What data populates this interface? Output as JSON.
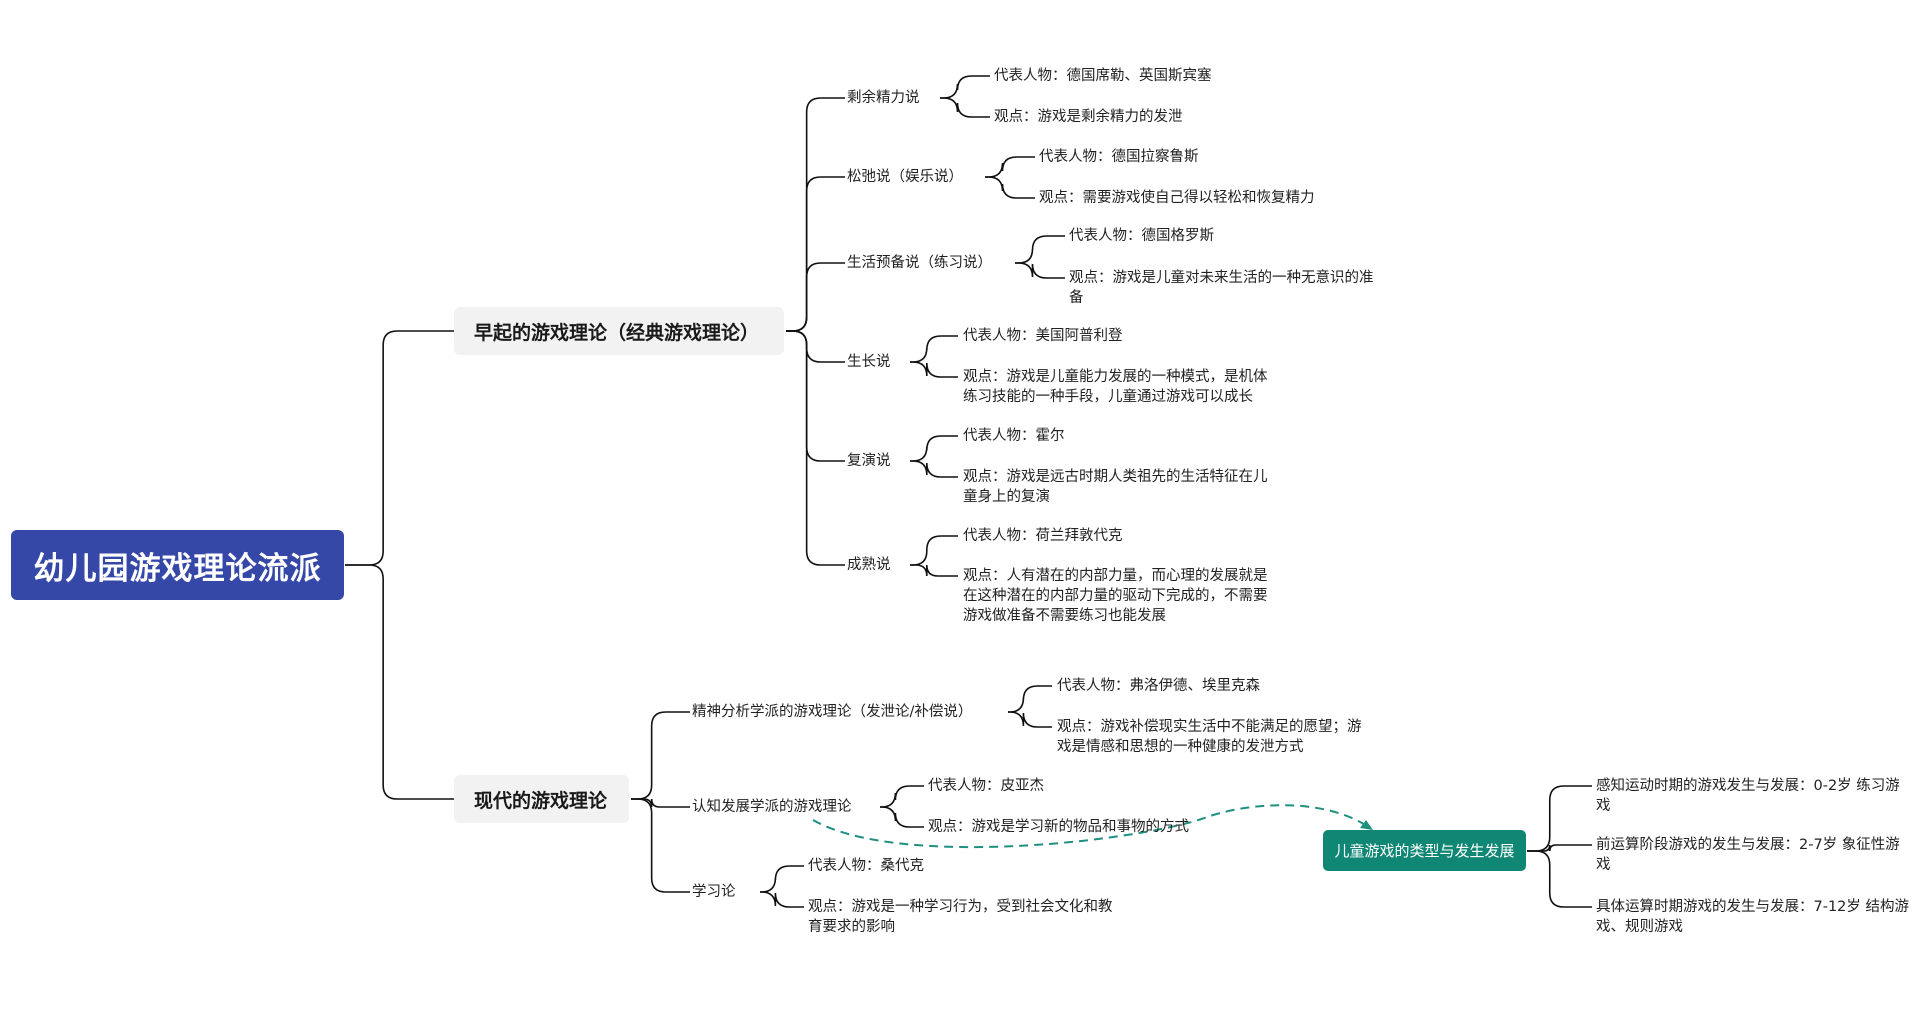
{
  "root": {
    "label": "幼儿园游戏理论流派"
  },
  "classical": {
    "label": "早起的游戏理论（经典游戏理论）",
    "theories": [
      {
        "name": "剩余精力说",
        "rep": "代表人物：德国席勒、英国斯宾塞",
        "view": [
          "观点：游戏是剩余精力的发泄"
        ]
      },
      {
        "name": "松弛说（娱乐说）",
        "rep": "代表人物：德国拉察鲁斯",
        "view": [
          "观点：需要游戏使自己得以轻松和恢复精力"
        ]
      },
      {
        "name": "生活预备说（练习说）",
        "rep": "代表人物：德国格罗斯",
        "view": [
          "观点：游戏是儿童对未来生活的一种无意识的准",
          "备"
        ]
      },
      {
        "name": "生长说",
        "rep": "代表人物：美国阿普利登",
        "view": [
          "观点：游戏是儿童能力发展的一种模式，是机体",
          "练习技能的一种手段，儿童通过游戏可以成长"
        ]
      },
      {
        "name": "复演说",
        "rep": "代表人物：霍尔",
        "view": [
          "观点：游戏是远古时期人类祖先的生活特征在儿",
          "童身上的复演"
        ]
      },
      {
        "name": "成熟说",
        "rep": "代表人物：荷兰拜敦代克",
        "view": [
          "观点：人有潜在的内部力量，而心理的发展就是",
          "在这种潜在的内部力量的驱动下完成的，不需要",
          "游戏做准备不需要练习也能发展"
        ]
      }
    ]
  },
  "modern": {
    "label": "现代的游戏理论",
    "theories": [
      {
        "name": "精神分析学派的游戏理论（发泄论/补偿说）",
        "rep": "代表人物：弗洛伊德、埃里克森",
        "view": [
          "观点：游戏补偿现实生活中不能满足的愿望；游",
          "戏是情感和思想的一种健康的发泄方式"
        ]
      },
      {
        "name": "认知发展学派的游戏理论",
        "rep": "代表人物：皮亚杰",
        "view": [
          "观点：游戏是学习新的物品和事物的方式"
        ]
      },
      {
        "name": "学习论",
        "rep": "代表人物：桑代克",
        "view": [
          "观点：游戏是一种学习行为，受到社会文化和教",
          "育要求的影响"
        ]
      }
    ]
  },
  "floating": {
    "label": "儿童游戏的类型与发生发展",
    "items": [
      [
        "感知运动时期的游戏发生与发展：0-2岁 练习游",
        "戏"
      ],
      [
        "前运算阶段游戏的发生与发展：2-7岁 象征性游",
        "戏"
      ],
      [
        "具体运算时期游戏的发生与发展：7-12岁 结构游",
        "戏、规则游戏"
      ]
    ]
  },
  "colors": {
    "root": "#3548a8",
    "float": "#108775",
    "link": "#1f8f80",
    "line": "#111111"
  }
}
